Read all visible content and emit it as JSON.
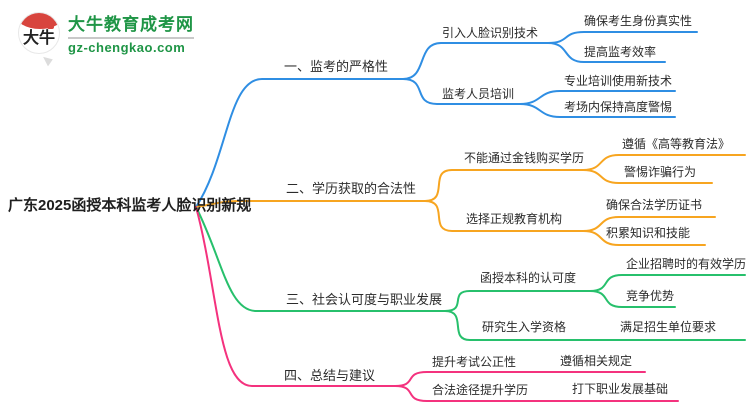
{
  "logo": {
    "badge_text": "大牛",
    "site_name": "大牛教育成考网",
    "site_domain": "gz-chengkao.com",
    "brand_green": "#1f9546",
    "badge_red": "#d8453e"
  },
  "mindmap": {
    "root": {
      "label": "广东2025函授本科监考人脸识别新规"
    },
    "branches": [
      {
        "label": "一、监考的严格性",
        "color": "#2f8ee3",
        "children": [
          {
            "label": "引入人脸识别技术",
            "children": [
              {
                "label": "确保考生身份真实性"
              },
              {
                "label": "提高监考效率"
              }
            ]
          },
          {
            "label": "监考人员培训",
            "children": [
              {
                "label": "专业培训使用新技术"
              },
              {
                "label": "考场内保持高度警惕"
              }
            ]
          }
        ]
      },
      {
        "label": "二、学历获取的合法性",
        "color": "#f7a520",
        "children": [
          {
            "label": "不能通过金钱购买学历",
            "children": [
              {
                "label": "遵循《高等教育法》"
              },
              {
                "label": "警惕诈骗行为"
              }
            ]
          },
          {
            "label": "选择正规教育机构",
            "children": [
              {
                "label": "确保合法学历证书"
              },
              {
                "label": "积累知识和技能"
              }
            ]
          }
        ]
      },
      {
        "label": "三、社会认可度与职业发展",
        "color": "#27c06c",
        "children": [
          {
            "label": "函授本科的认可度",
            "children": [
              {
                "label": "企业招聘时的有效学历"
              },
              {
                "label": "竞争优势"
              }
            ]
          },
          {
            "label": "研究生入学资格",
            "children": [
              {
                "label": "满足招生单位要求"
              }
            ]
          }
        ]
      },
      {
        "label": "四、总结与建议",
        "color": "#f4327e",
        "children": [
          {
            "label": "提升考试公正性",
            "children": [
              {
                "label": "遵循相关规定"
              }
            ]
          },
          {
            "label": "合法途径提升学历",
            "children": [
              {
                "label": "打下职业发展基础"
              }
            ]
          }
        ]
      }
    ]
  }
}
